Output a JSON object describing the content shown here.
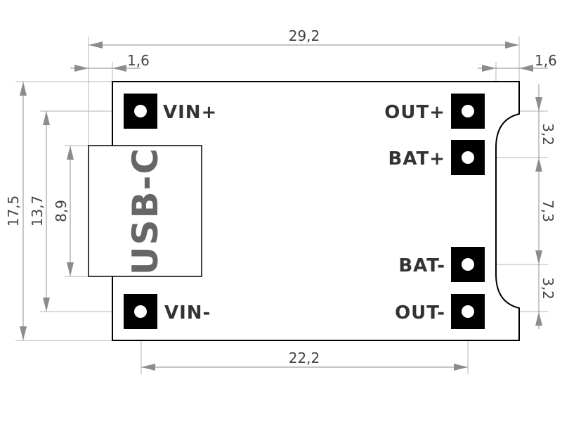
{
  "board": {
    "connector_label": "USB-C",
    "pins": {
      "vin_plus": "VIN+",
      "vin_minus": "VIN-",
      "out_plus": "OUT+",
      "bat_plus": "BAT+",
      "bat_minus": "BAT-",
      "out_minus": "OUT-"
    }
  },
  "dimensions": {
    "overall_width": "29,2",
    "connector_overhang": "1,6",
    "notch_depth": "1,6",
    "overall_height": "17,5",
    "vin_pad_spacing": "13,7",
    "connector_height": "8,9",
    "pad_row_spacing": "22,2",
    "out_bat_top_spacing": "3,2",
    "bat_spacing": "7,3",
    "bat_out_bottom_spacing": "3,2"
  }
}
